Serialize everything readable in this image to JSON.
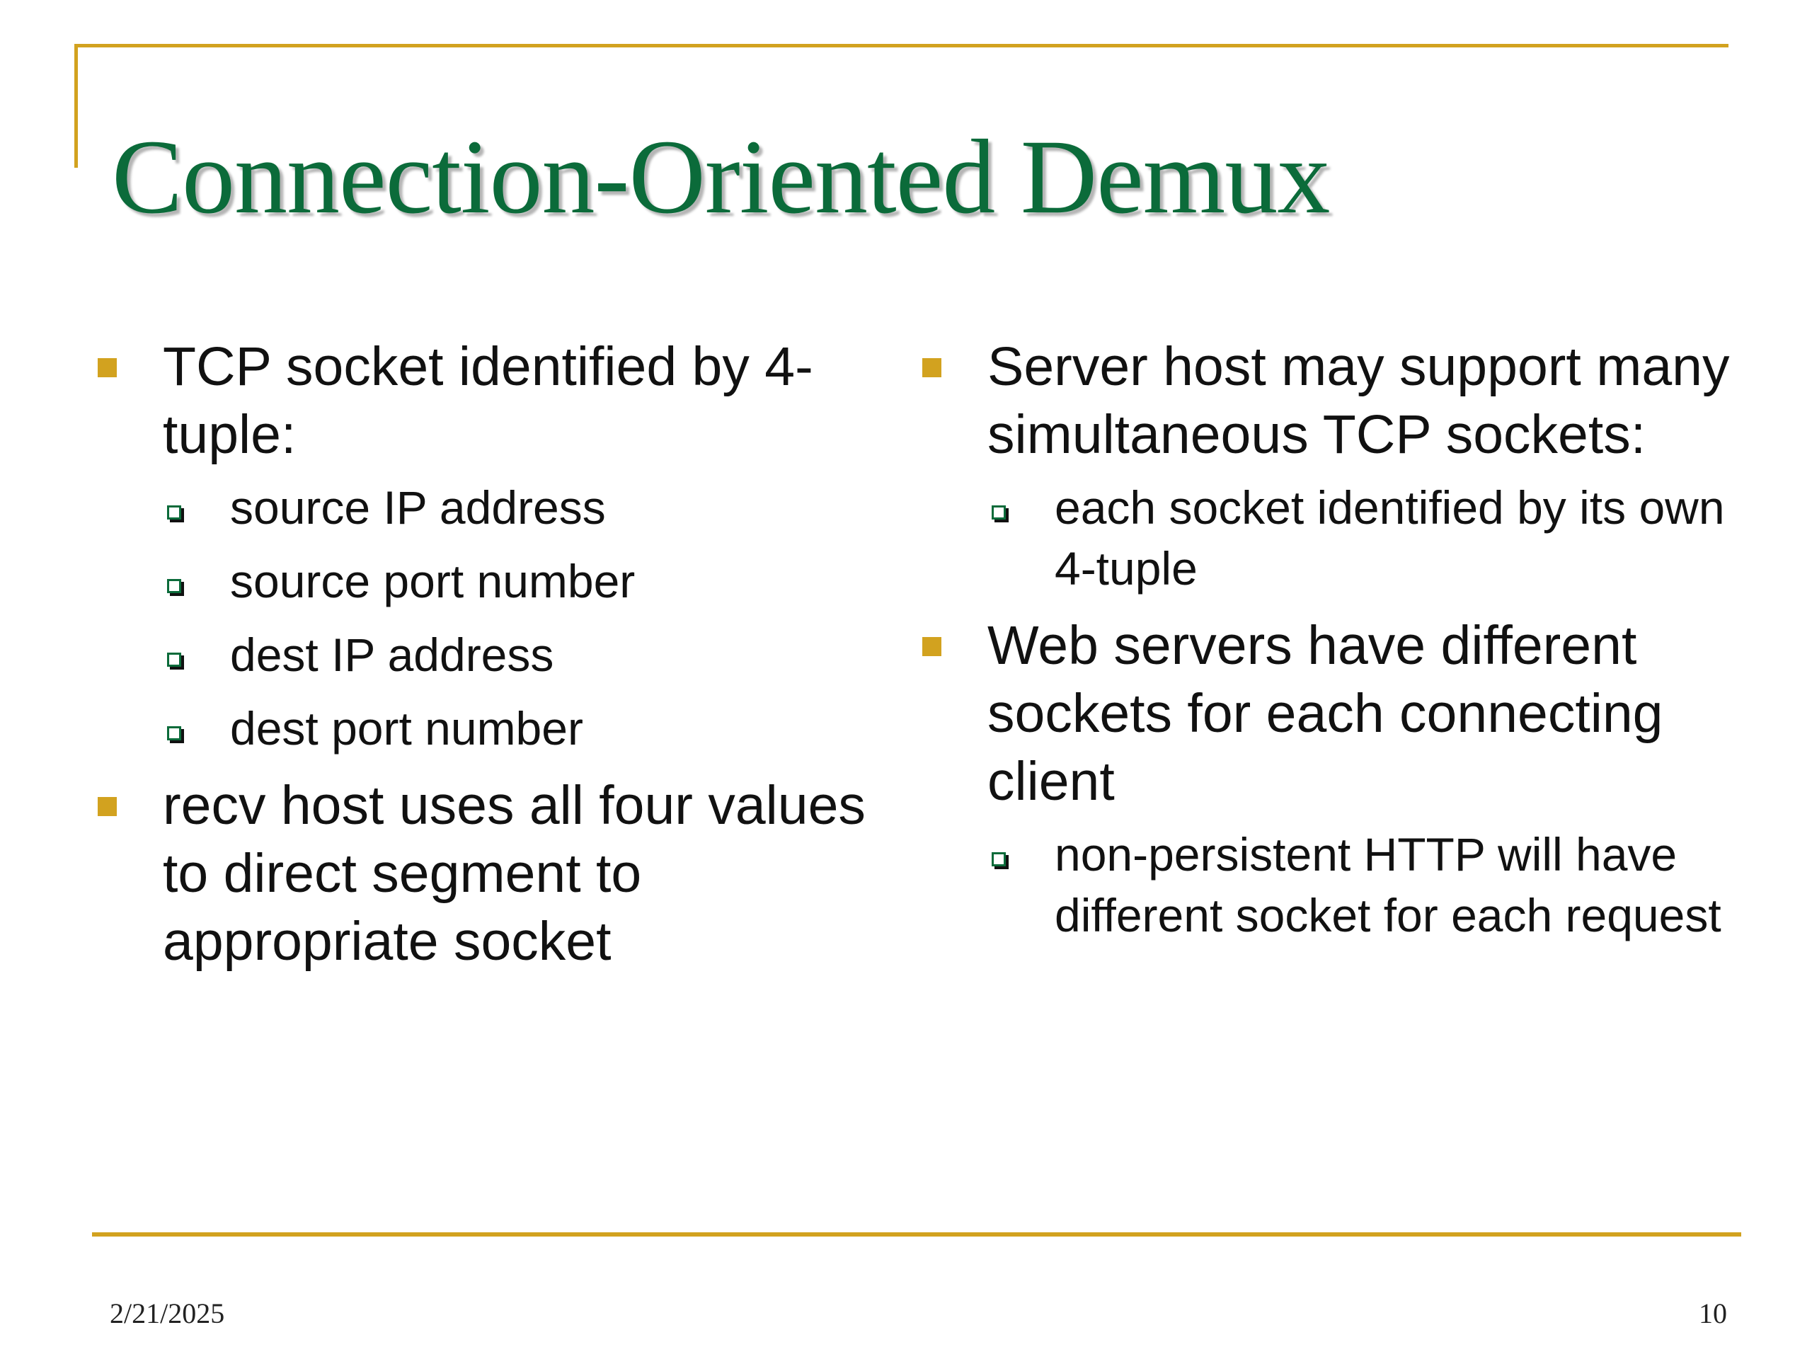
{
  "slide": {
    "title": "Connection-Oriented Demux",
    "accent_color": "#d2a21f",
    "title_color": "#0b6b3a"
  },
  "left_column": {
    "item1": {
      "text": "TCP socket identified by 4-tuple:",
      "subitems": [
        "source IP address",
        "source port number",
        "dest IP address",
        "dest port number"
      ]
    },
    "item2": {
      "text": "recv host uses all four values to direct segment to appropriate socket"
    }
  },
  "right_column": {
    "item1": {
      "text": "Server host may support many simultaneous TCP sockets:",
      "subitems": [
        "each socket identified by its own 4-tuple"
      ]
    },
    "item2": {
      "text": "Web servers have different sockets for each connecting client",
      "subitems": [
        "non-persistent HTTP will have different socket for each request"
      ]
    }
  },
  "footer": {
    "date": "2/21/2025",
    "page_number": "10"
  }
}
